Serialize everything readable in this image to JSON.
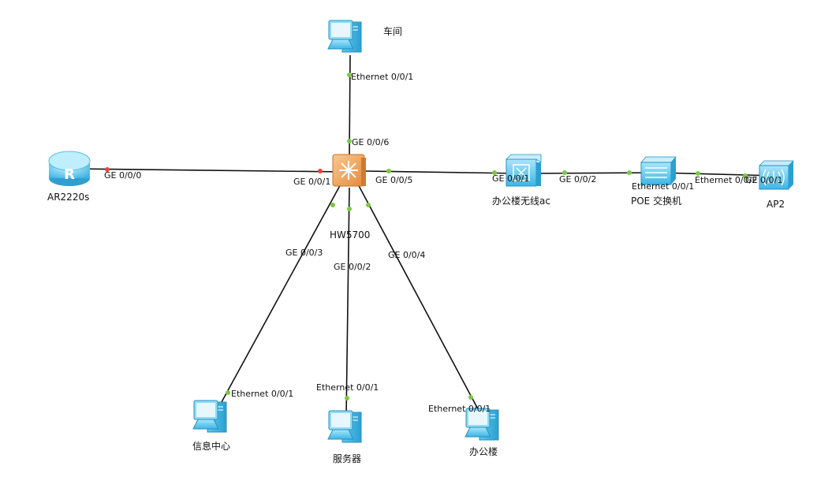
{
  "devices": {
    "router": {
      "name": "AR2220s",
      "icon": "router-icon"
    },
    "core_switch": {
      "name": "HW5700",
      "icon": "layer3-switch-icon"
    },
    "workshop_pc": {
      "name": "车间",
      "icon": "pc-icon"
    },
    "info_center_pc": {
      "name": "信息中心",
      "icon": "pc-icon"
    },
    "server_pc": {
      "name": "服务器",
      "icon": "pc-icon"
    },
    "office_pc": {
      "name": "办公楼",
      "icon": "pc-icon"
    },
    "wireless_ac": {
      "name": "办公楼无线ac",
      "icon": "access-controller-icon"
    },
    "poe_switch": {
      "name": "POE 交换机",
      "icon": "switch-icon"
    },
    "ap": {
      "name": "AP2",
      "icon": "access-point-icon"
    }
  },
  "ports": {
    "router_ge000": "GE 0/0/0",
    "core_ge001": "GE 0/0/1",
    "core_ge006": "GE 0/0/6",
    "workshop_eth": "Ethernet 0/0/1",
    "core_ge005": "GE 0/0/5",
    "ac_ge001": "GE 0/0/1",
    "ac_ge002": "GE 0/0/2",
    "poe_eth001": "Ethernet 0/0/1",
    "poe_eth002": "Ethernet 0/0/2",
    "ap_ge001": "GE 0/0/1",
    "core_ge003": "GE 0/0/3",
    "core_ge002": "GE 0/0/2",
    "core_ge004": "GE 0/0/4",
    "info_eth": "Ethernet 0/0/1",
    "server_eth": "Ethernet 0/0/1",
    "office_eth": "Ethernet 0/0/1"
  },
  "colors": {
    "port_up": "#7ac943",
    "port_down": "#e8443a",
    "link": "#111111",
    "device_blue": "#5bc8f0",
    "switch_orange": "#f0a860"
  }
}
